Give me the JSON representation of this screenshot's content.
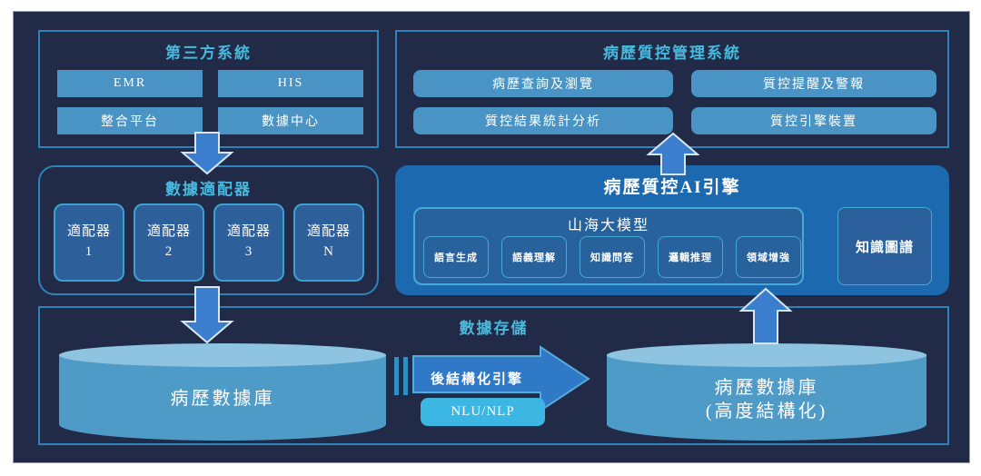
{
  "colors": {
    "panel_bg": "#212a47",
    "box_border": "#2e83b8",
    "title_cyan": "#49b9dd",
    "button_blue": "#4994c4",
    "adapter_card_blue": "#2d5f9a",
    "ai_box_blue": "#1d69af",
    "model_box_blue": "#27629c",
    "cylinder_body": "#4f9bc8",
    "cylinder_top": "#8ec4e0",
    "block_arrow_blue": "#3a7ecd",
    "nlu_cyan": "#3cb6e2"
  },
  "third_party": {
    "title": "第三方系統",
    "buttons": [
      "EMR",
      "HIS",
      "整合平台",
      "數據中心"
    ]
  },
  "qc_system": {
    "title": "病歷質控管理系統",
    "buttons": [
      "病歷查詢及瀏覽",
      "質控提醒及警報",
      "質控結果統計分析",
      "質控引擎裝置"
    ]
  },
  "adapters": {
    "title": "數據適配器",
    "cards": [
      {
        "line1": "適配器",
        "line2": "1"
      },
      {
        "line1": "適配器",
        "line2": "2"
      },
      {
        "line1": "適配器",
        "line2": "3"
      },
      {
        "line1": "適配器",
        "line2": "N"
      }
    ]
  },
  "ai_engine": {
    "title": "病歷質控AI引擎",
    "model": {
      "title": "山海大模型",
      "modules": [
        "語言生成",
        "語義理解",
        "知識問答",
        "邏輯推理",
        "領域增強"
      ]
    },
    "knowledge_graph": "知識圖譜"
  },
  "storage": {
    "title": "數據存儲",
    "left_db": "病歷數據庫",
    "engine": "後結構化引擎",
    "nlu": "NLU/NLP",
    "right_db": {
      "line1": "病歷數據庫",
      "line2": "(高度結構化)"
    }
  }
}
